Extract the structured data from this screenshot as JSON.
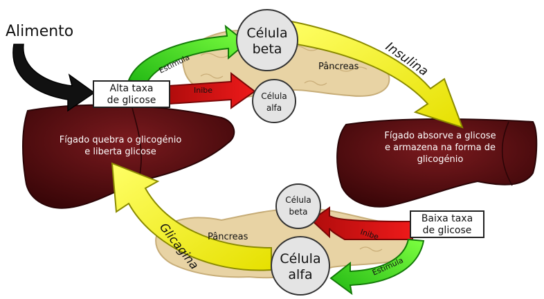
{
  "food_label": "Alimento",
  "high_glucose": {
    "line1": "Alta taxa",
    "line2": "de glicose"
  },
  "low_glucose": {
    "line1": "Baixa taxa",
    "line2": "de glicose"
  },
  "beta_cell_top": {
    "line1": "Célula",
    "line2": "beta"
  },
  "alpha_cell_top": {
    "line1": "Célula",
    "line2": "alfa"
  },
  "beta_cell_bottom": {
    "line1": "Célula",
    "line2": "beta"
  },
  "alpha_cell_bottom": {
    "line1": "Célula",
    "line2": "alfa"
  },
  "pancreas_top": "Pâncreas",
  "pancreas_bottom": "Pâncreas",
  "stimulates_top": "Estimula",
  "inhibits_top": "Inibe",
  "stimulates_bottom": "Estimula",
  "inhibits_bottom": "Inibe",
  "insulin": "Insulina",
  "glucagon": "Glicagina",
  "liver_left": {
    "line1": "Fígado quebra o glicogénio",
    "line2": "e liberta glicose"
  },
  "liver_right": {
    "line1": "Fígado absorve a glicose",
    "line2": "e armazena na forma de",
    "line3": "glicogénio"
  },
  "colors": {
    "liver": "#5a0f12",
    "pancreas": "#e8d3a4",
    "insulin_arrow": "#f2f21a",
    "stimulus_arrow": "#3ad21c",
    "inhibit_arrow": "#d21414",
    "cell": "#e3e3e3"
  }
}
